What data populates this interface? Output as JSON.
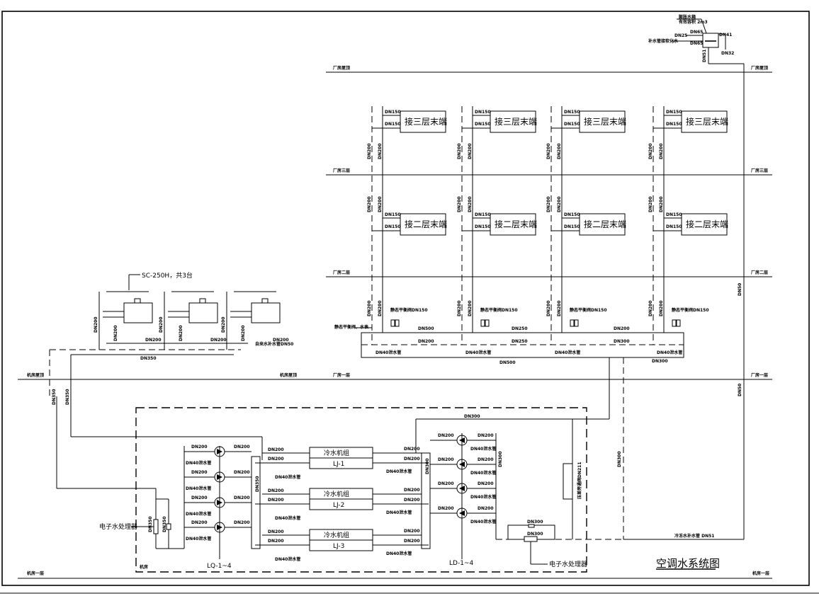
{
  "title": "空调水系统图",
  "floors": {
    "roof": "厂房屋顶",
    "third": "厂房三层",
    "second": "厂房二层",
    "first": "厂房一层",
    "machine_left": "机房屋顶",
    "ground_left": "机房一层",
    "ground_right": "机房一层",
    "machine_room": "机房"
  },
  "expansion_tank": {
    "label": "膨胀水箱",
    "sub": "有效容积 2m3",
    "makeup": "补水管接软化水",
    "pipes": [
      "DN25",
      "DN65",
      "DN65",
      "DN41",
      "DN32",
      "DN51"
    ]
  },
  "terminals": {
    "third_floor": "接三层末端",
    "second_floor": "接二层末端",
    "branch_size": "DN150",
    "riser_size": "DN200"
  },
  "risers": {
    "valve_label": "静态平衡阀，水表",
    "balance": "静态平衡阀DN150",
    "drain": "DN40泄水管",
    "header_top": [
      "DN500",
      "DN250",
      "DN200"
    ],
    "header_bot": [
      "DN200",
      "DN250",
      "DN300"
    ],
    "header_return": "DN500",
    "header_return_right": "DN300",
    "expansion_riser": "DN50"
  },
  "cooling_tower": {
    "model": "SC-250H，共3台",
    "pipe": "DN200",
    "makeup": "自来水补水管DN50",
    "main": "DN350",
    "down1": "DN350",
    "down2": "DN350"
  },
  "plant": {
    "frame_top": "DN300",
    "chillers": [
      {
        "name": "冷水机组",
        "id": "LJ-1"
      },
      {
        "name": "冷水机组",
        "id": "LJ-2"
      },
      {
        "name": "冷水机组",
        "id": "LJ-3"
      }
    ],
    "pipe": "DN200",
    "header_left": "DN350",
    "header_right": "DN300",
    "drain": "DN40泄水管",
    "cw_pump_label": "LQ-1~4",
    "chw_pump_label": "LD-1~4",
    "water_treater": "电子水处理器",
    "treater_pipe": "DN350",
    "treater_right_pipe": "DN300",
    "bypass": "压差旁通阀DN211",
    "return_riser": "DN300",
    "makeup_line": "冷冻水补水管 DN51"
  }
}
